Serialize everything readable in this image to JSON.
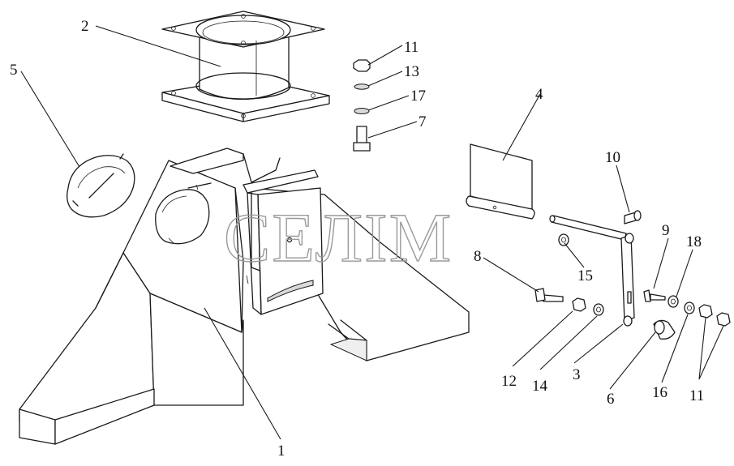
{
  "watermark": "СЕЛІМ",
  "callouts": [
    "1",
    "2",
    "3",
    "4",
    "5",
    "6",
    "7",
    "8",
    "9",
    "10",
    "11",
    "11",
    "12",
    "13",
    "14",
    "15",
    "16",
    "17",
    "18"
  ],
  "colors": {
    "ink": "#1a1a1a",
    "shade": "#d9d9d9",
    "watermark": "#9a9a9a",
    "background": "#ffffff"
  }
}
